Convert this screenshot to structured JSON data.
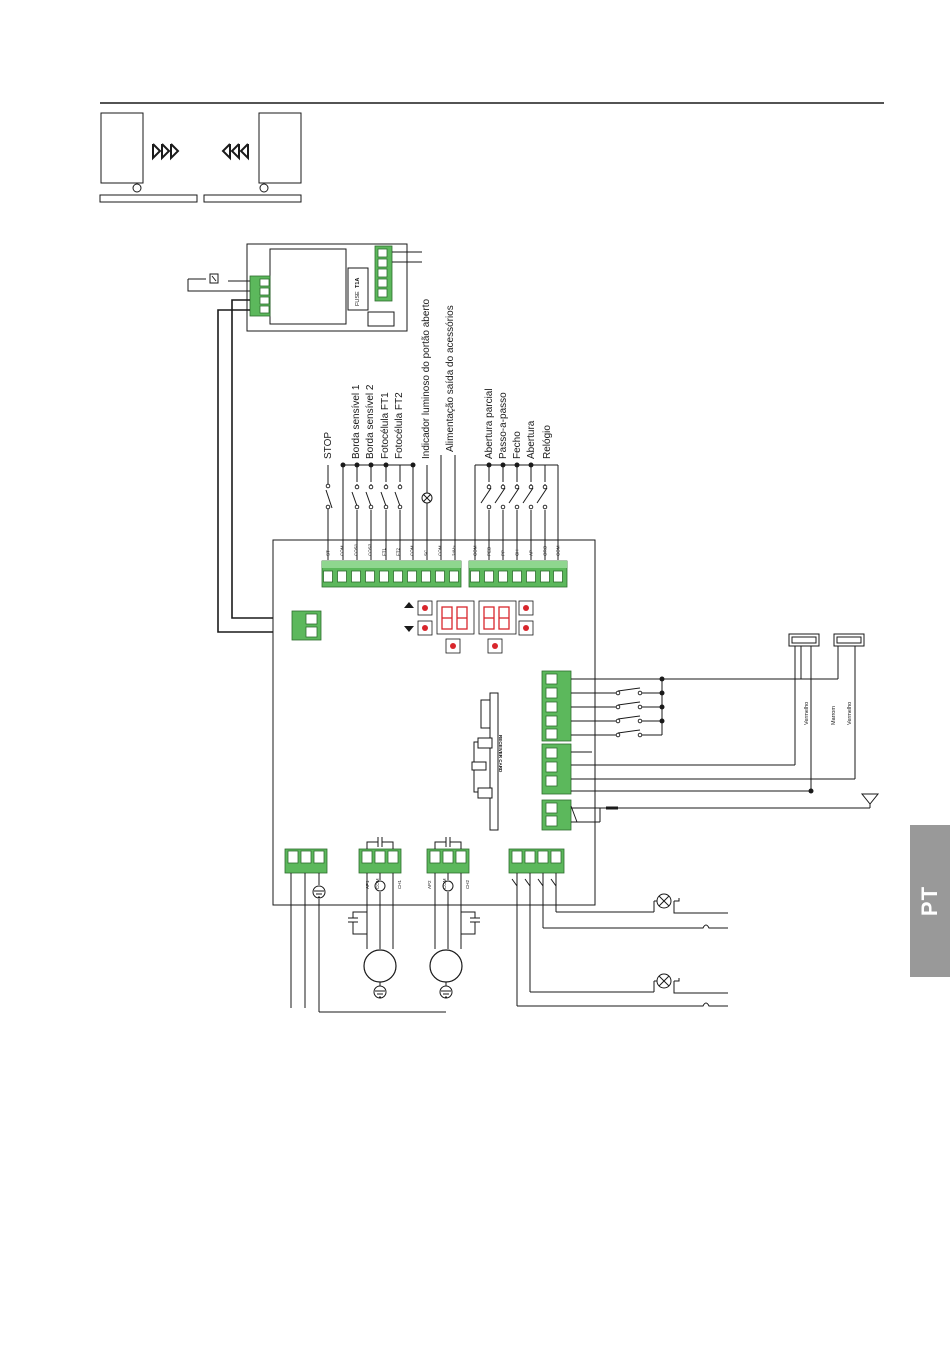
{
  "section_tab": "PT",
  "power_board": {
    "fuse_label": "FUSE",
    "fuse_value": "T1A"
  },
  "input_labels": [
    "STOP",
    "Borda sensível 1",
    "Borda sensível 2",
    "Fotocélula FT1",
    "Fotocélula FT2",
    "Indicador luminoso do portão aberto",
    "Alimentação  saída do acessórios",
    "Abertura parcial",
    "Passo-a-passo",
    "Fecho",
    "Abertura",
    "Relógio"
  ],
  "terminals_left": [
    "ST",
    "COM",
    "COS1",
    "COS2",
    "FT1",
    "FT2",
    "COM",
    "SC",
    "COM",
    "24V~"
  ],
  "terminals_right": [
    "COM",
    "PED",
    "PP",
    "CH",
    "AP",
    "ORO",
    "COM"
  ],
  "receiver_label": "RECEIVER CARD",
  "motor1_terminals": [
    "AP1",
    "COM",
    "CH1"
  ],
  "motor2_terminals": [
    "AP2",
    "COM",
    "CH2"
  ],
  "encoder_wire_colors": [
    "Vermelho",
    "Marrom",
    "Vermelho"
  ],
  "colors": {
    "terminal_green": "#5cb85c",
    "led_red": "#d9262c",
    "tab_gray": "#999999"
  },
  "icons": [
    "sliding-gates-icon",
    "antenna-icon",
    "lamp-icon",
    "ground-icon",
    "motor-icon",
    "capacitor-icon",
    "limit-switch-icon"
  ]
}
